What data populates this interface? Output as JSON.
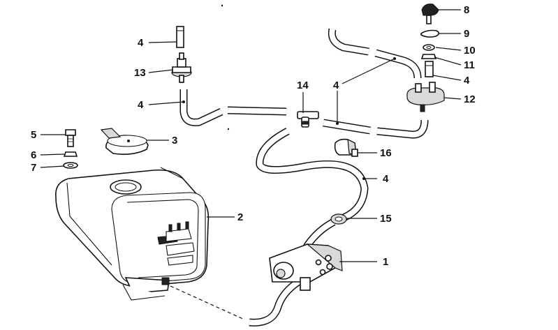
{
  "callouts": {
    "c1": "1",
    "c2": "2",
    "c3": "3",
    "c4a": "4",
    "c4b": "4",
    "c4c": "4",
    "c4d": "4",
    "c4e": "4",
    "c5": "5",
    "c6": "6",
    "c7": "7",
    "c8": "8",
    "c9": "9",
    "c10": "10",
    "c11": "11",
    "c12": "12",
    "c13": "13",
    "c14": "14",
    "c15": "15",
    "c16": "16"
  }
}
